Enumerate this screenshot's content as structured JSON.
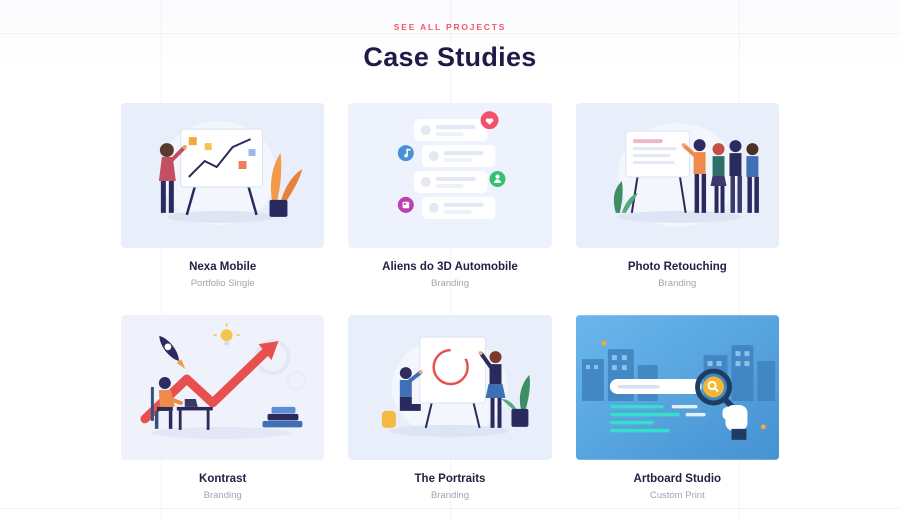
{
  "header": {
    "eyebrow": "SEE ALL PROJECTS",
    "title": "Case Studies"
  },
  "cards": [
    {
      "title": "Nexa Mobile",
      "subtitle": "Portfolio Single",
      "illustration": "woman-presenting-chart-whiteboard"
    },
    {
      "title": "Aliens do 3D Automobile",
      "subtitle": "Branding",
      "illustration": "notification-cards-with-badges"
    },
    {
      "title": "Photo Retouching",
      "subtitle": "Branding",
      "illustration": "team-discussing-at-board"
    },
    {
      "title": "Kontrast",
      "subtitle": "Branding",
      "illustration": "growth-arrow-rocket-workspace"
    },
    {
      "title": "The Portraits",
      "subtitle": "Branding",
      "illustration": "artists-painting-large-canvas"
    },
    {
      "title": "Artboard Studio",
      "subtitle": "Custom Print",
      "illustration": "search-magnifier-over-city-ui"
    }
  ],
  "colors": {
    "accent": "#f2566b",
    "heading": "#1e1b46",
    "card_title": "#232244",
    "card_subtitle": "#a3a4ad",
    "thumb_bg": "#e9eefb",
    "thumb_bg_blue": "#4f9fd9",
    "illustration_navy": "#2b2a5e",
    "illustration_red": "#e8504f",
    "illustration_orange": "#f2994a",
    "illustration_green": "#35c06f"
  }
}
